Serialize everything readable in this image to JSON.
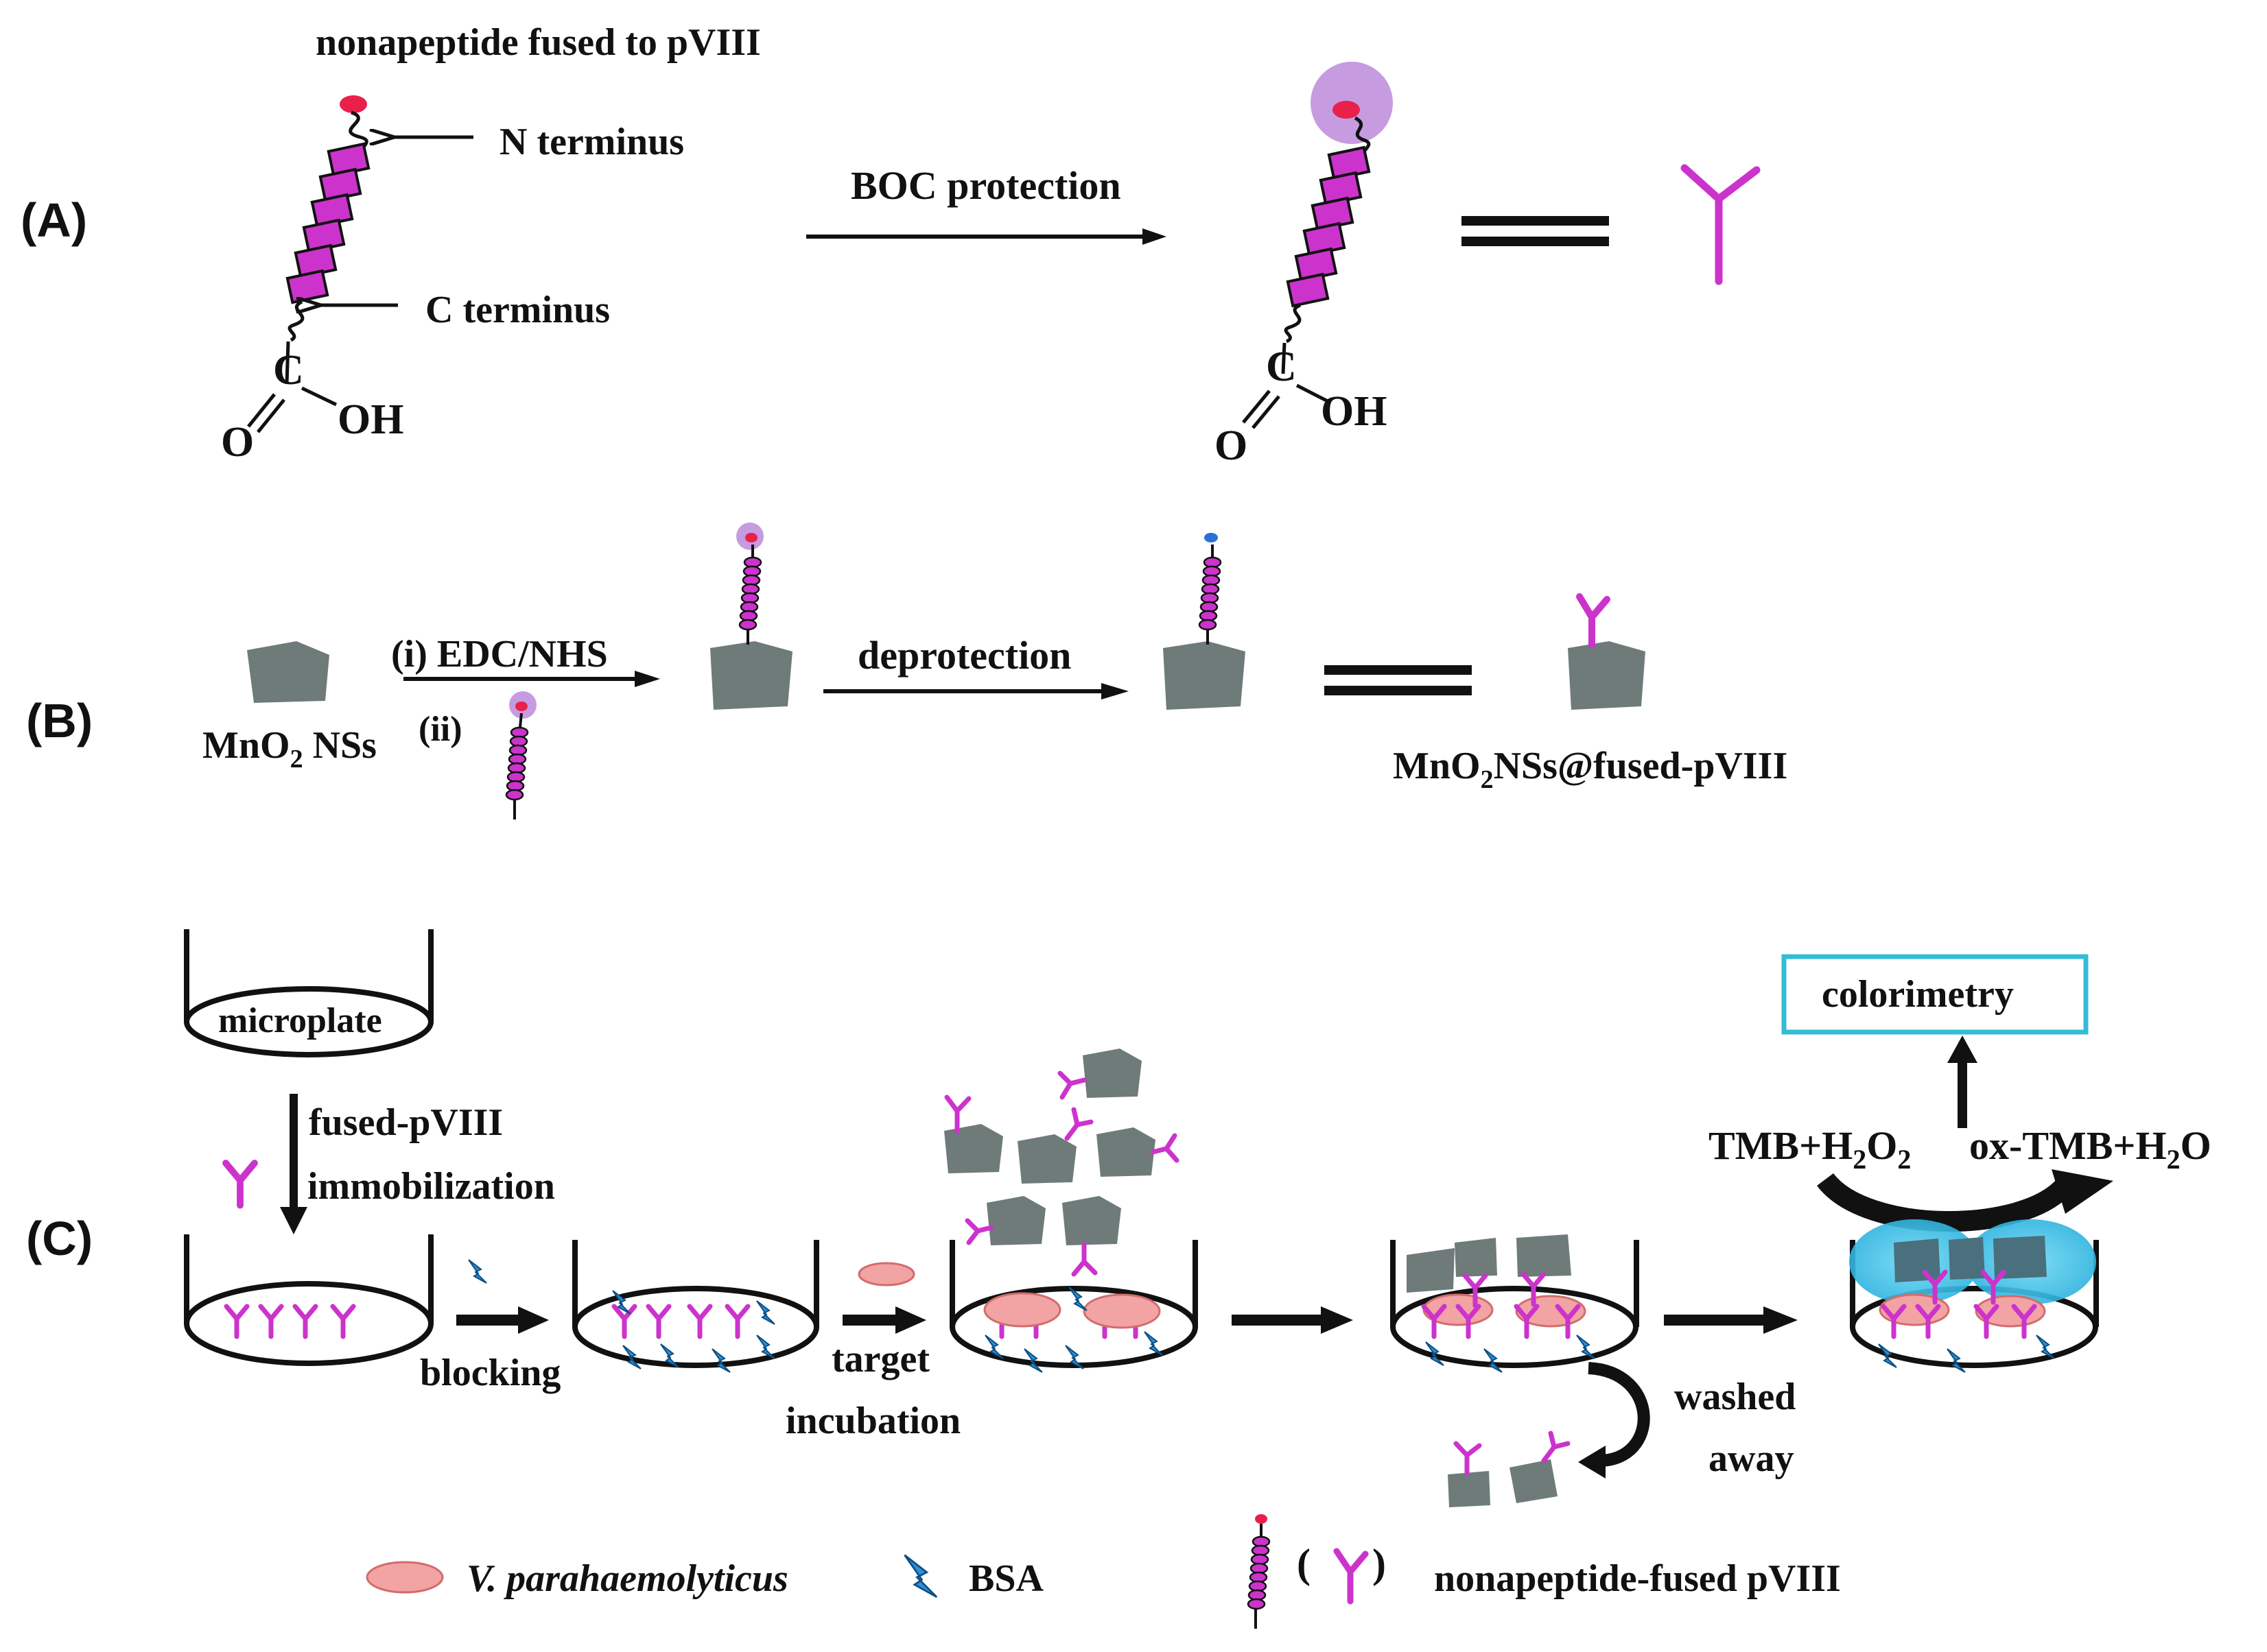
{
  "panels": {
    "a": {
      "label": "(A)",
      "fused_label": "nonapeptide fused to pVIII",
      "n_terminus": "N terminus",
      "c_terminus": "C terminus",
      "reaction": "BOC protection",
      "carboxyl": {
        "c": "C",
        "o": "O",
        "oh": "OH"
      }
    },
    "b": {
      "label": "(B)",
      "mno2_main": "MnO",
      "mno2_sub": "2",
      "mno2_suffix": " NSs",
      "step_i": "(i) EDC/NHS",
      "step_ii": "(ii)",
      "deprotection": "deprotection",
      "product_a": "MnO",
      "product_sub": "2",
      "product_b": "NSs@fused-pVIII"
    },
    "c": {
      "label": "(C)",
      "microplate": "microplate",
      "immob_1": "fused-pVIII",
      "immob_2": "immobilization",
      "blocking": "blocking",
      "target_1": "target",
      "target_2": "incubation",
      "washed_1": "washed",
      "washed_2": "away",
      "colorimetry": "colorimetry",
      "tmb_a": "TMB+H",
      "tmb_sub1": "2",
      "tmb_b": "O",
      "tmb_sub2": "2",
      "ox_a": "ox-TMB+H",
      "ox_sub": "2",
      "ox_b": "O"
    }
  },
  "legend": {
    "bacterium": "V. parahaemolyticus",
    "bsa": "BSA",
    "paren_open": "(",
    "paren_close": ")",
    "peptide": "nonapeptide-fused pVIII"
  },
  "colors": {
    "magenta": "#cc33cc",
    "red_tip": "#e8204a",
    "purple_halo": "#c79be0",
    "nanosheet": "#6e7b79",
    "bacterium": "#f2a3a3",
    "bsa_blue": "#2a8fd6",
    "cyan": "#3ec7ea",
    "box_border": "#33bcd6"
  }
}
